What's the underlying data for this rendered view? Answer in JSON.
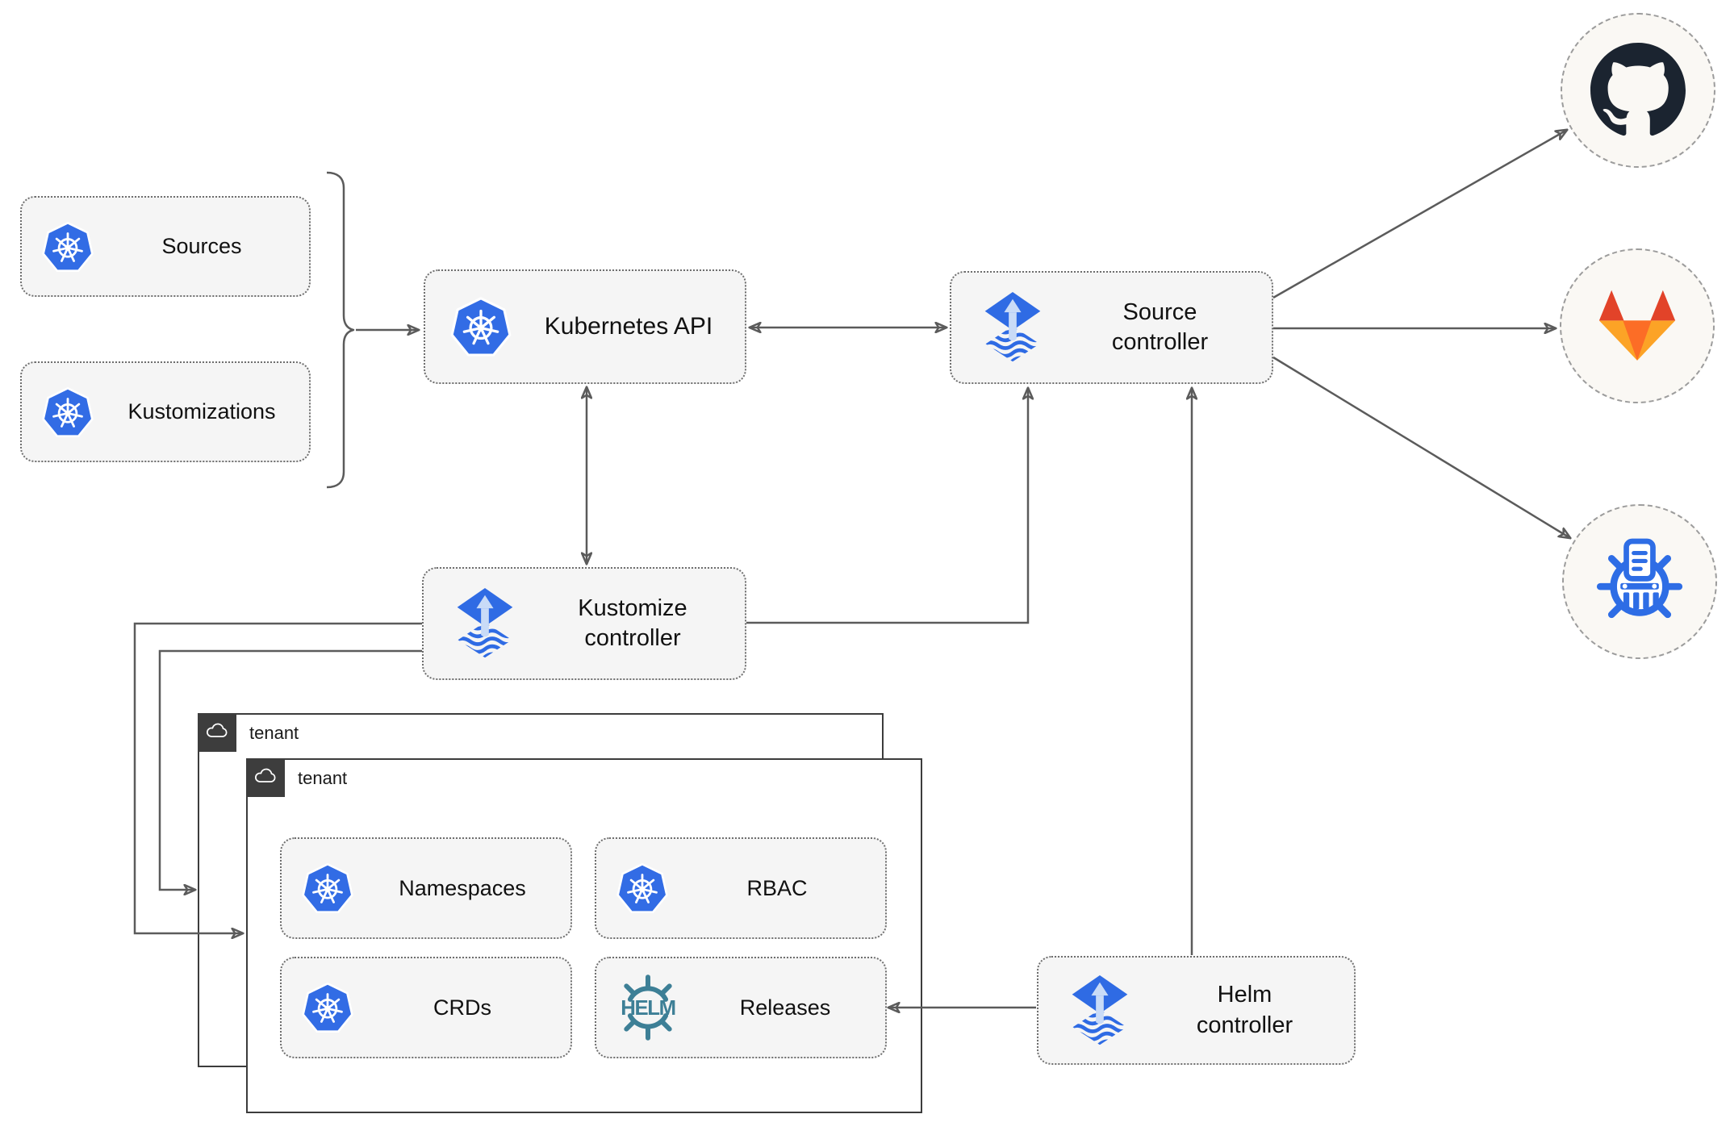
{
  "colors": {
    "line": "#5b5b5b",
    "box_fill": "#f5f5f5",
    "box_border": "#6e6e6e",
    "tenant_border": "#3c3c3c",
    "tab_bg": "#3d3d3d",
    "k8s_blue": "#326ce5",
    "flux_blue": "#2f6be4",
    "flux_light": "#c9dbf7",
    "helm_teal": "#3d7f96",
    "github_dark": "#1b2430",
    "gitlab_red": "#e24329",
    "gitlab_orange": "#fc6d26",
    "gitlab_yellow": "#fca326",
    "cm_blue": "#2e6de5",
    "circle_fill": "#faf8f4",
    "circle_border": "#9c9c9c",
    "text": "#111111"
  },
  "left_group": {
    "sources_label": "Sources",
    "sources_icon": "kubernetes",
    "kustomizations_label": "Kustomizations",
    "kustomizations_icon": "kubernetes"
  },
  "nodes": {
    "kubernetes_api": {
      "label": "Kubernetes API",
      "icon": "kubernetes"
    },
    "source_controller": {
      "label": "Source controller",
      "icon": "flux"
    },
    "kustomize_controller": {
      "label": "Kustomize controller",
      "icon": "flux"
    },
    "helm_controller": {
      "label": "Helm controller",
      "icon": "flux"
    }
  },
  "tenants": {
    "outer": {
      "label": "tenant",
      "icon": "cloud"
    },
    "inner": {
      "label": "tenant",
      "icon": "cloud"
    }
  },
  "tenant_items": [
    {
      "label": "Namespaces",
      "icon": "kubernetes"
    },
    {
      "label": "RBAC",
      "icon": "kubernetes"
    },
    {
      "label": "CRDs",
      "icon": "kubernetes"
    },
    {
      "label": "Releases",
      "icon": "helm"
    }
  ],
  "externals": [
    {
      "name": "GitHub",
      "icon": "github"
    },
    {
      "name": "GitLab",
      "icon": "gitlab"
    },
    {
      "name": "ChartMuseum",
      "icon": "chartmuseum"
    }
  ],
  "helm_logo_text": "HELM"
}
